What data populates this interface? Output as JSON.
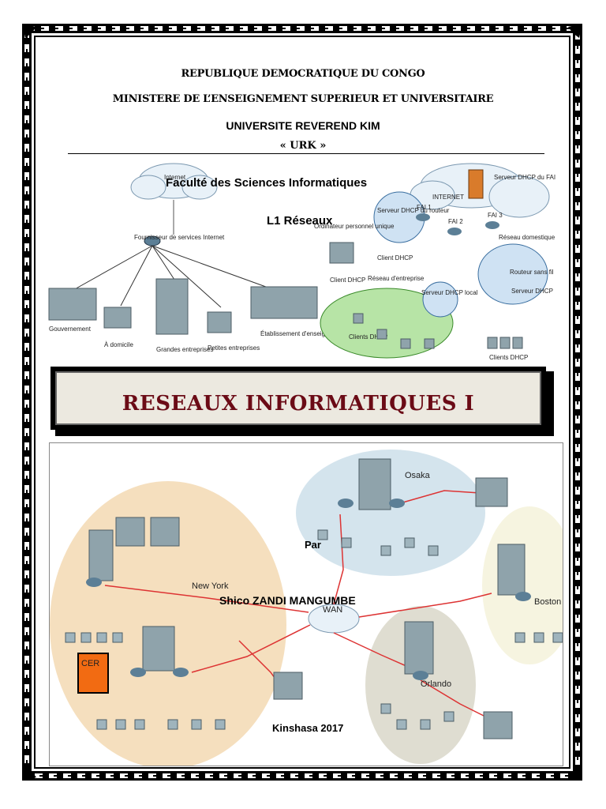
{
  "header": {
    "line1": "REPUBLIQUE DEMOCRATIQUE DU CONGO",
    "line2": "MINISTERE DE L’ENSEIGNEMENT SUPERIEUR ET UNIVERSITAIRE",
    "line3": "UNIVERSITE REVEREND KIM",
    "line4": "« URK »"
  },
  "faculty": "Faculté des Sciences Informatiques",
  "level": "L1 Réseaux",
  "diagram_top": {
    "internet": "Internet",
    "provider": "Fournisseur de services Internet",
    "gov": "Gouvernement",
    "home": "À domicile",
    "big": "Grandes entreprises",
    "small": "Petites entreprises",
    "school": "Établissement d'enseignement",
    "internet_cap": "INTERNET",
    "dhcp_fai": "Serveur DHCP du FAI",
    "dhcp_router": "Serveur DHCP du routeur",
    "fai1": "FAI 1",
    "fai2": "FAI 2",
    "fai3": "FAI 3",
    "perso": "Ordinateur personnel unique",
    "client_dhcp": "Client DHCP",
    "client_dhcp2": "Client DHCP",
    "reseau_ent": "Réseau d'entreprise",
    "dhcp_local": "Serveur DHCP local",
    "clients_dhcp": "Clients DHCP",
    "reseau_dom": "Réseau domestique / PME",
    "router_wifi": "Routeur sans fil",
    "dhcp_serv": "Serveur DHCP",
    "clients_dhcp2": "Clients DHCP"
  },
  "title": "RESEAUX INFORMATIQUES I",
  "diagram_bottom": {
    "osaka": "Osaka",
    "newyork": "New York",
    "wan": "WAN",
    "boston": "Boston",
    "orlando": "Orlando",
    "cer": "CER"
  },
  "by": "Par",
  "author": "Shico ZANDI MANGUMBE",
  "place_date": "Kinshasa  2017"
}
